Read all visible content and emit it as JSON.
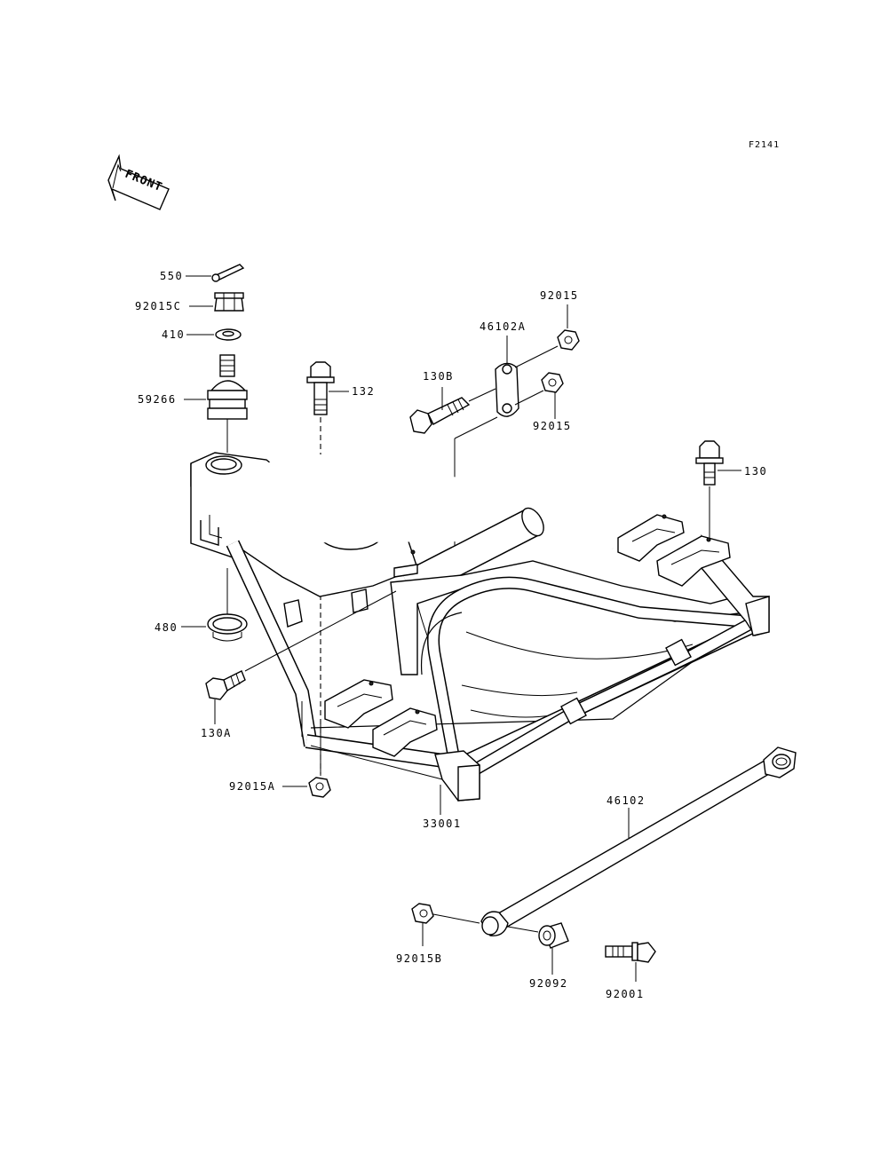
{
  "reference_code": "F2141",
  "front_indicator": "FRONT",
  "parts": {
    "p550": "550",
    "p92015C": "92015C",
    "p410": "410",
    "p59266": "59266",
    "p132": "132",
    "p130B": "130B",
    "p46102A": "46102A",
    "p92015_top": "92015",
    "p92015_mid": "92015",
    "p130": "130",
    "p480": "480",
    "p130A": "130A",
    "p92015A": "92015A",
    "p33001": "33001",
    "p46102": "46102",
    "p92015B": "92015B",
    "p92092": "92092",
    "p92001": "92001"
  }
}
